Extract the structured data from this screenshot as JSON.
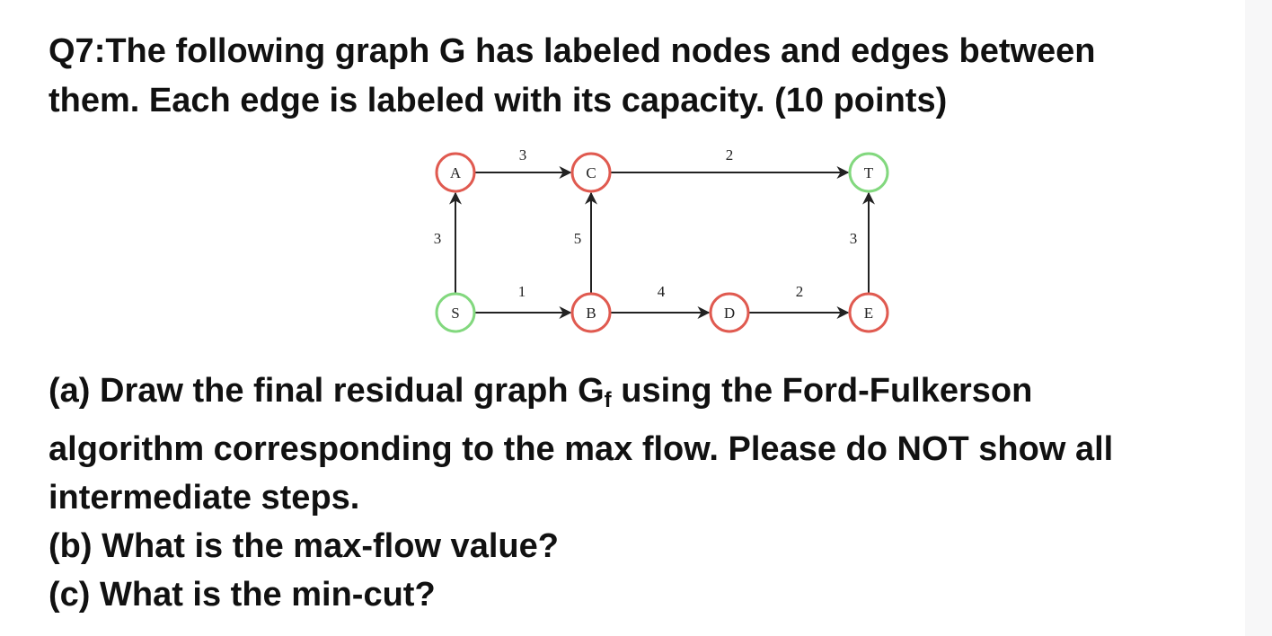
{
  "question": {
    "line1": "Q7:The following graph G has labeled nodes and edges between",
    "line2": "them. Each edge is labeled with its capacity. (10 points)"
  },
  "graph": {
    "node_colors": {
      "red": "#e05a50",
      "green": "#82d87e"
    },
    "nodes": [
      {
        "id": "A",
        "label": "A",
        "color": "red"
      },
      {
        "id": "C",
        "label": "C",
        "color": "red"
      },
      {
        "id": "T",
        "label": "T",
        "color": "green"
      },
      {
        "id": "S",
        "label": "S",
        "color": "green"
      },
      {
        "id": "B",
        "label": "B",
        "color": "red"
      },
      {
        "id": "D",
        "label": "D",
        "color": "red"
      },
      {
        "id": "E",
        "label": "E",
        "color": "red"
      }
    ],
    "edges": [
      {
        "from": "A",
        "to": "C",
        "capacity": "3"
      },
      {
        "from": "C",
        "to": "T",
        "capacity": "2"
      },
      {
        "from": "S",
        "to": "A",
        "capacity": "3"
      },
      {
        "from": "B",
        "to": "C",
        "capacity": "5"
      },
      {
        "from": "E",
        "to": "T",
        "capacity": "3"
      },
      {
        "from": "S",
        "to": "B",
        "capacity": "1"
      },
      {
        "from": "B",
        "to": "D",
        "capacity": "4"
      },
      {
        "from": "D",
        "to": "E",
        "capacity": "2"
      }
    ]
  },
  "parts": {
    "a_pre": "(a) Draw the final residual graph G",
    "a_sub": "f",
    "a_post": " using the Ford-Fulkerson",
    "a_line2": "algorithm corresponding to the max flow. Please do NOT show all",
    "a_line3": "intermediate steps.",
    "b": "(b) What is the max-flow value?",
    "c": "(c) What is the min-cut?"
  }
}
